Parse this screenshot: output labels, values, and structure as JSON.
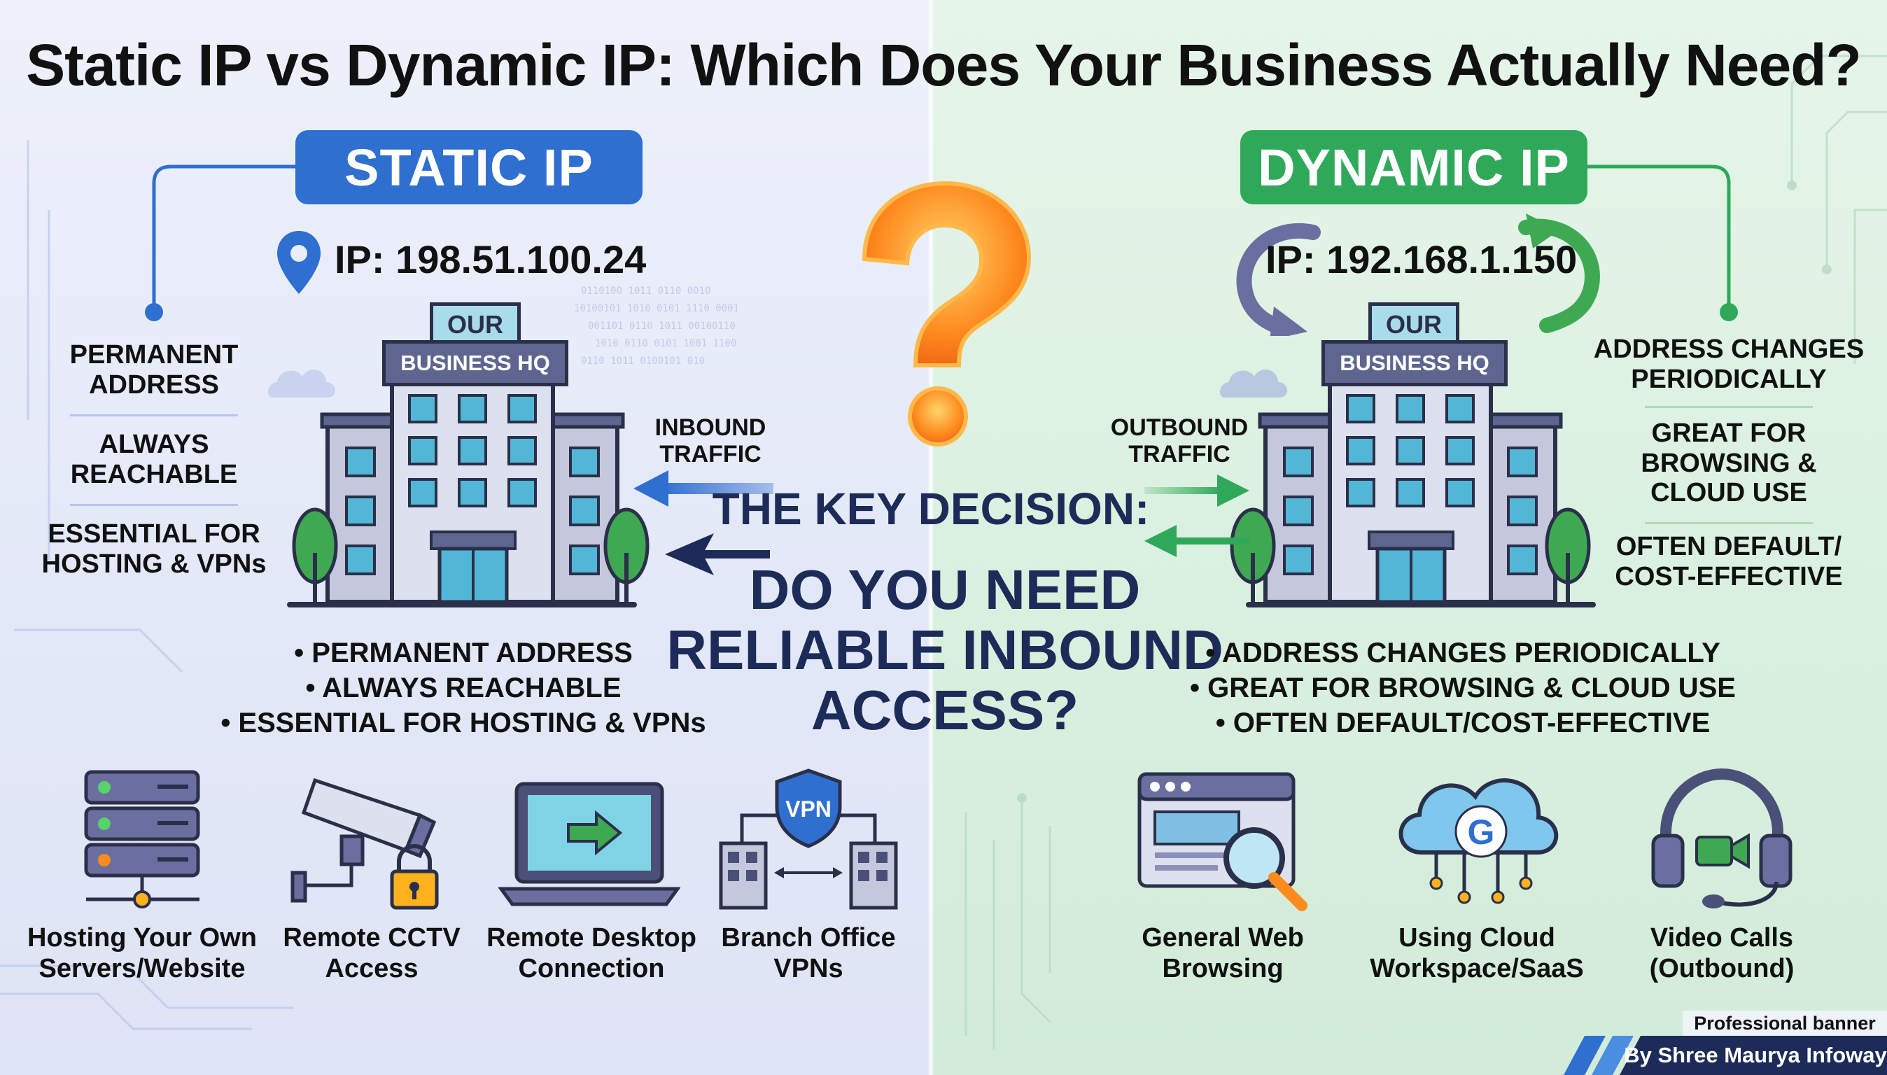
{
  "title": "Static IP vs Dynamic IP: Which Does Your Business Actually Need?",
  "colors": {
    "static_blue": "#2f6fd0",
    "dynamic_green": "#2fa85a",
    "navy": "#1c2b57",
    "orange": "#ff8a1e"
  },
  "static": {
    "header": "STATIC IP",
    "ip": "IP: 198.51.100.24",
    "building_sign_top": "OUR",
    "building_sign_bottom": "BUSINESS HQ",
    "side_items": [
      "PERMANENT ADDRESS",
      "ALWAYS REACHABLE",
      "ESSENTIAL FOR HOSTING & VPNs"
    ],
    "bullets": [
      "• PERMANENT ADDRESS",
      "• ALWAYS REACHABLE",
      "• ESSENTIAL FOR HOSTING & VPNs"
    ],
    "traffic_label": "INBOUND TRAFFIC",
    "use_cases": [
      {
        "label": "Hosting Your Own Servers/Website",
        "icon": "server-rack-icon"
      },
      {
        "label": "Remote CCTV Access",
        "icon": "cctv-camera-icon"
      },
      {
        "label": "Remote Desktop Connection",
        "icon": "laptop-icon"
      },
      {
        "label": "Branch Office VPNs",
        "icon": "vpn-shield-icon",
        "icon_text": "VPN"
      }
    ]
  },
  "dynamic": {
    "header": "DYNAMIC IP",
    "ip": "IP: 192.168.1.150",
    "building_sign_top": "OUR",
    "building_sign_bottom": "BUSINESS HQ",
    "side_items": [
      "ADDRESS CHANGES PERIODICALLY",
      "GREAT FOR BROWSING & CLOUD USE",
      "OFTEN DEFAULT/ COST-EFFECTIVE"
    ],
    "bullets": [
      "• ADDRESS CHANGES PERIODICALLY",
      "• GREAT FOR BROWSING & CLOUD USE",
      "• OFTEN DEFAULT/COST-EFFECTIVE"
    ],
    "traffic_label": "OUTBOUND TRAFFIC",
    "use_cases": [
      {
        "label": "General Web Browsing",
        "icon": "browser-search-icon"
      },
      {
        "label": "Using Cloud Workspace/SaaS",
        "icon": "cloud-google-icon",
        "icon_text": "G"
      },
      {
        "label": "Video Calls (Outbound)",
        "icon": "headset-video-icon"
      }
    ]
  },
  "center": {
    "key_decision": "THE KEY DECISION:",
    "question": "DO YOU NEED RELIABLE INBOUND ACCESS?"
  },
  "footer": {
    "line1": "Professional banner",
    "line2": "By Shree Maurya Infoway"
  }
}
